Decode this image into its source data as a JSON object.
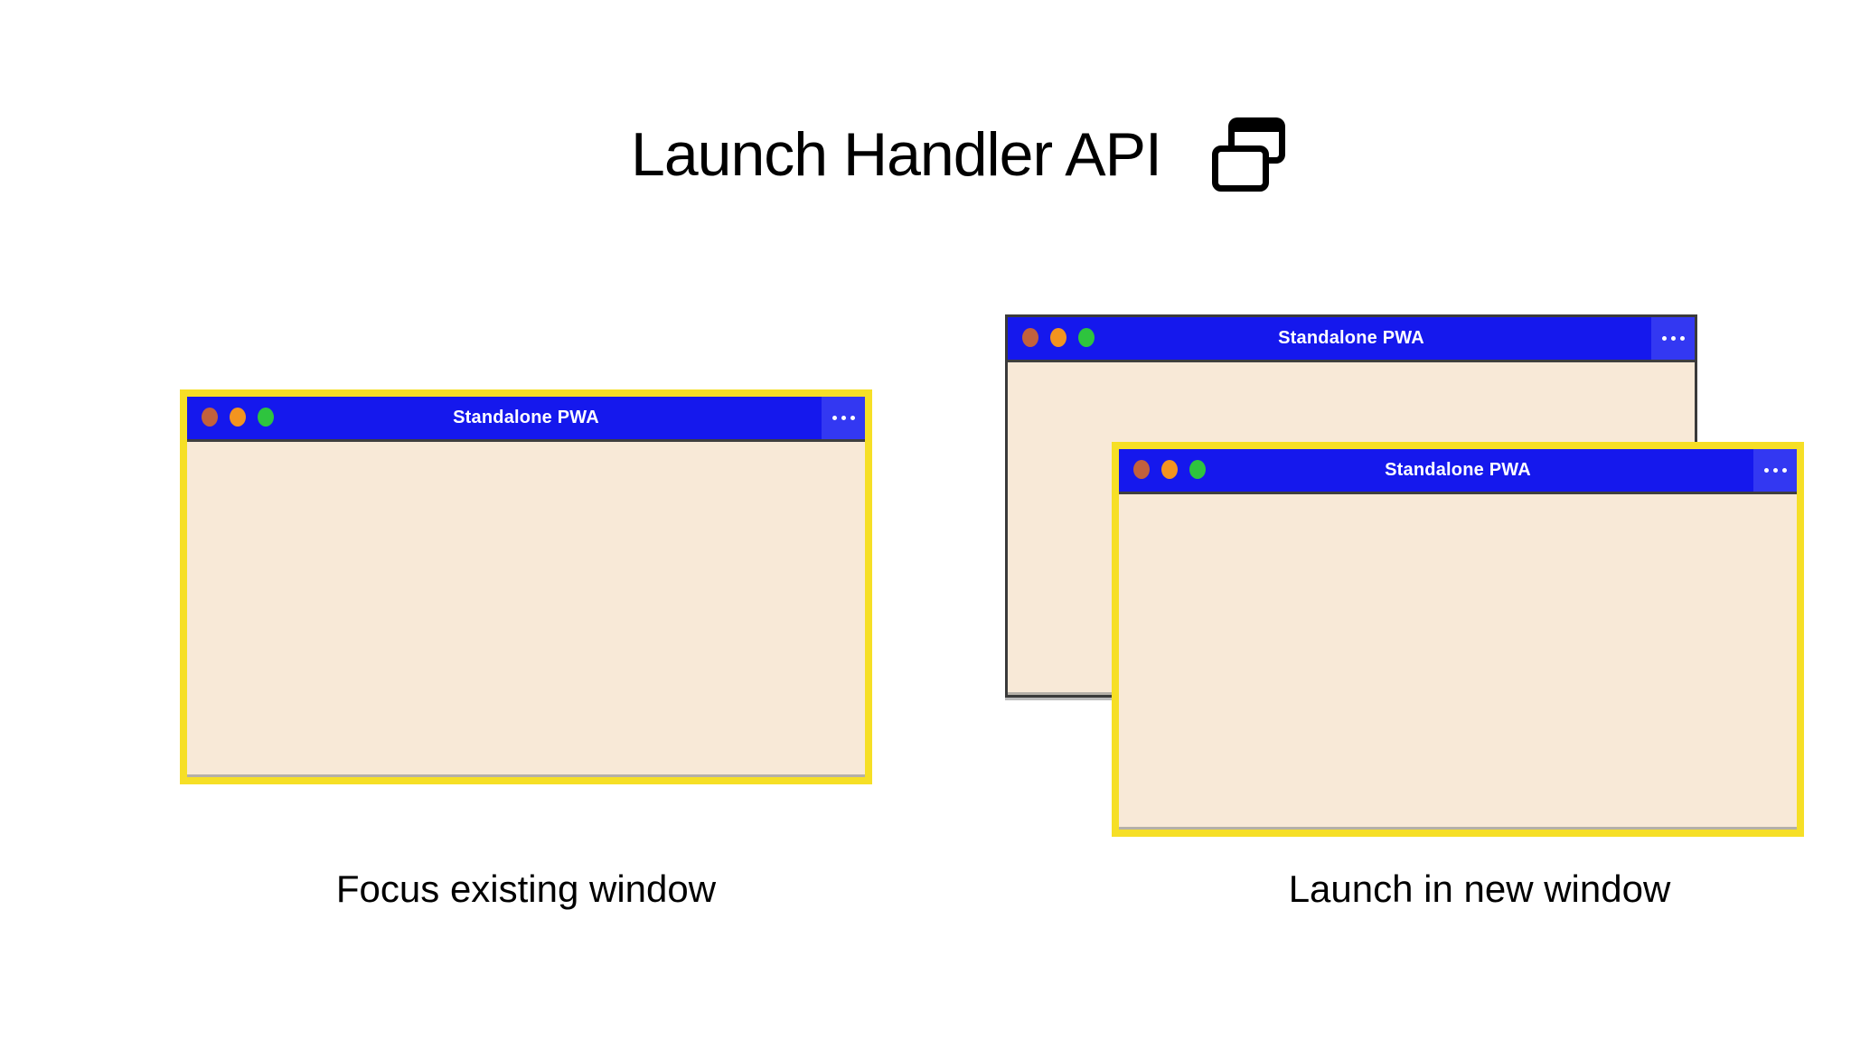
{
  "header": {
    "title": "Launch Handler API",
    "icon": "overlapping-windows-icon"
  },
  "windows": {
    "left": {
      "title": "Standalone PWA",
      "menu_icon": "ellipsis-menu-icon",
      "highlight": "yellow-border"
    },
    "back": {
      "title": "Standalone PWA",
      "menu_icon": "ellipsis-menu-icon",
      "highlight": "none"
    },
    "front": {
      "title": "Standalone PWA",
      "menu_icon": "ellipsis-menu-icon",
      "highlight": "yellow-border"
    }
  },
  "window_chrome": {
    "traffic_light_icons": [
      "traffic-light-red-icon",
      "traffic-light-orange-icon",
      "traffic-light-green-icon"
    ]
  },
  "captions": {
    "left": "Focus existing window",
    "right": "Launch in new window"
  },
  "colors": {
    "titlebar_blue": "#1518ed",
    "menu_section_blue": "#3338f2",
    "window_body_cream": "#f8e9d7",
    "highlight_yellow": "#f6df26",
    "back_window_border": "#3a3a3a",
    "titlebar_shadow": "#3f3f3f",
    "traffic_red": "#c2613c",
    "traffic_orange": "#f3941f",
    "traffic_green": "#2ec43e",
    "title_text": "#000000",
    "window_title_text": "#ffffff"
  }
}
